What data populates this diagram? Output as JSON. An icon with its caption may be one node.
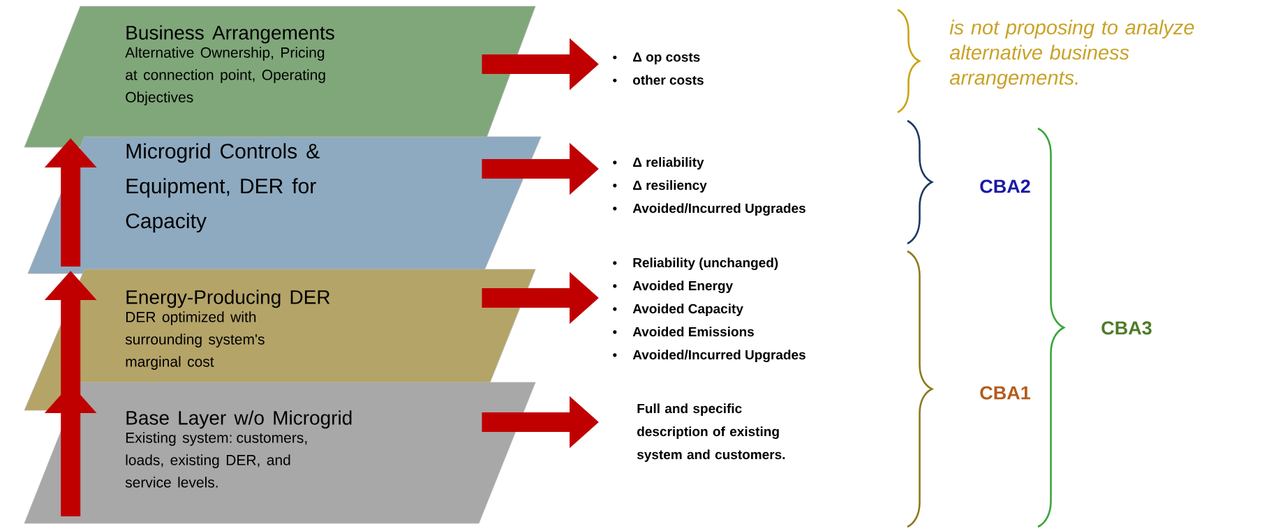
{
  "diagram": {
    "nodes": [
      {
        "text": [
          "Business Arrangements",
          "Alternative Ownership, Pricing at connection point, Operating Objectives"
        ]
      },
      {
        "text": [
          "Microgrid Controls & Equipment, DER for Capacity"
        ]
      },
      {
        "text": [
          "Energy-Producing DER",
          "DER optimized with surrounding system's marginal cost"
        ]
      },
      {
        "text": [
          "Base Layer w/o Microgrid",
          "Existing system: customers, loads, existing DER, and service levels."
        ]
      },
      {
        "text": [
          "Δ op costs",
          "other costs"
        ]
      },
      {
        "text": [
          "Δ reliability",
          "Δ resiliency",
          "Avoided/Incurred Upgrades"
        ]
      },
      {
        "text": [
          "Reliability (unchanged)",
          "Avoided Energy",
          "Avoided Capacity",
          "Avoided Emissions",
          "Avoided/Incurred Upgrades"
        ]
      },
      {
        "text": [
          "Full and specific description of existing system and customers."
        ]
      }
    ],
    "edges": [
      {
        "from": 0,
        "to": 4,
        "arrow": "to"
      },
      {
        "from": 1,
        "to": 5,
        "arrow": "to"
      },
      {
        "from": 2,
        "to": 6,
        "arrow": "to"
      },
      {
        "from": 3,
        "to": 7,
        "arrow": "to"
      },
      {
        "from": 3,
        "to": 2,
        "arrow": "to"
      },
      {
        "from": 2,
        "to": 1,
        "arrow": "to"
      },
      {
        "from": 1,
        "to": 0,
        "arrow": "to"
      }
    ],
    "labels": [
      "is not proposing to analyze alternative business arrangements.",
      "CBA2",
      "CBA3",
      "CBA1"
    ]
  }
}
